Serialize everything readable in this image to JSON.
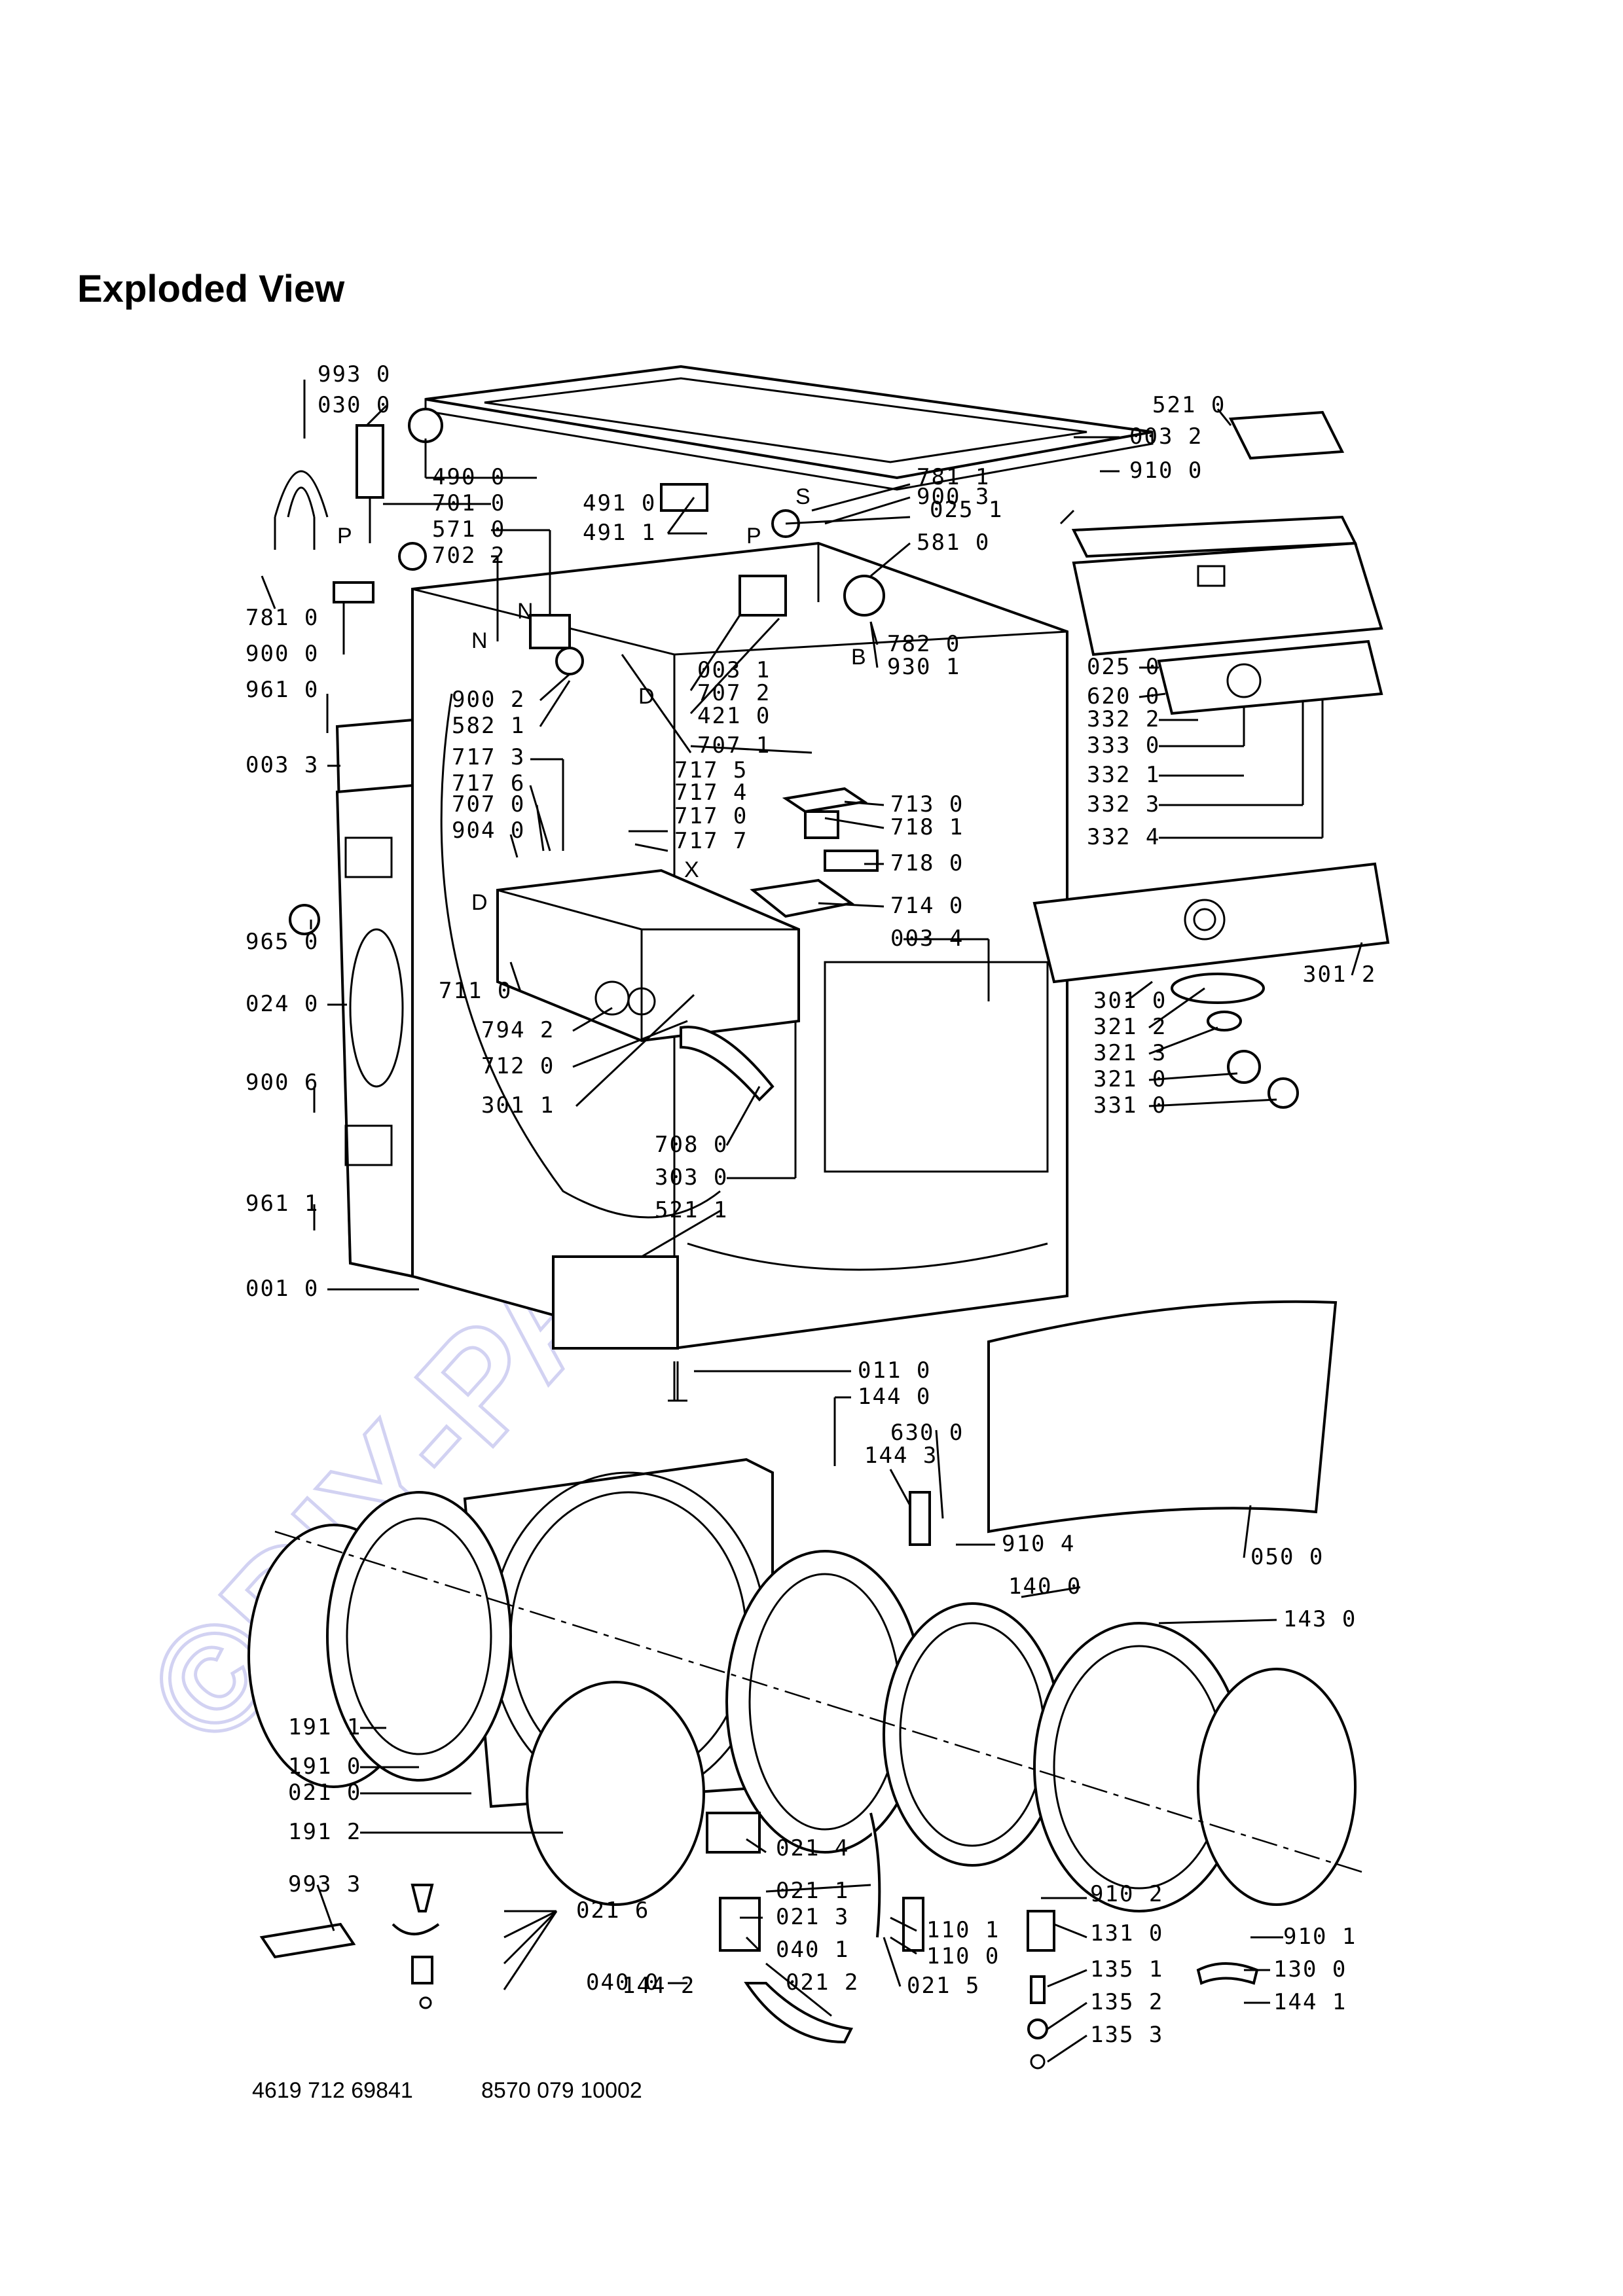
{
  "page": {
    "title": "Exploded View",
    "watermark": "©DIY-PARTS.EU",
    "doc_number_left": "4619 712 69841",
    "doc_number_right": "8570 079 10002"
  },
  "part_labels": [
    "993 0",
    "030 0",
    "781 0",
    "900 0",
    "961 0",
    "003 3",
    "965 0",
    "024 0",
    "900 6",
    "961 1",
    "001 0",
    "490 0",
    "701 0",
    "571 0",
    "702 2",
    "900 2",
    "582 1",
    "717 3",
    "717 6",
    "707 0",
    "904 0",
    "711 0",
    "794 2",
    "712 0",
    "301 1",
    "491 0",
    "491 1",
    "781 1",
    "900 3",
    "581 0",
    "782 0",
    "930 1",
    "003 1",
    "707 2",
    "421 0",
    "707 1",
    "717 5",
    "717 4",
    "717 0",
    "717 7",
    "713 0",
    "718 1",
    "718 0",
    "714 0",
    "003 4",
    "708 0",
    "303 0",
    "521 1",
    "521 0",
    "003 2",
    "910 0",
    "025 1",
    "025 0",
    "620 0",
    "332 2",
    "333 0",
    "332 1",
    "332 3",
    "332 4",
    "301 2",
    "301 0",
    "321 2",
    "321 3",
    "321 0",
    "331 0",
    "011 0",
    "144 0",
    "630 0",
    "144 3",
    "910 4",
    "050 0",
    "140 0",
    "143 0",
    "191 1",
    "191 0",
    "021 0",
    "191 2",
    "021 4",
    "021 1",
    "021 3",
    "040 1",
    "021 2",
    "021 6",
    "040 0",
    "144 2",
    "021 5",
    "993 3",
    "910 2",
    "131 0",
    "135 1",
    "135 2",
    "135 3",
    "110 1",
    "110 0",
    "910 1",
    "130 0",
    "144 1"
  ],
  "reference_letters": [
    "P",
    "N",
    "N",
    "D",
    "S",
    "P",
    "B",
    "X",
    "D"
  ]
}
